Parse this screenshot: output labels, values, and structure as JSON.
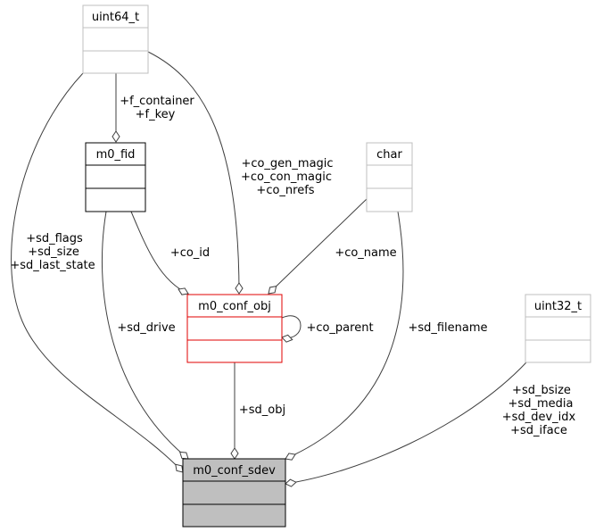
{
  "nodes": {
    "uint64": {
      "title": "uint64_t"
    },
    "fid": {
      "title": "m0_fid"
    },
    "char": {
      "title": "char"
    },
    "conf_obj": {
      "title": "m0_conf_obj"
    },
    "uint32": {
      "title": "uint32_t"
    },
    "conf_sdev": {
      "title": "m0_conf_sdev"
    }
  },
  "edges": {
    "fid_fields": [
      "+f_container",
      "+f_key"
    ],
    "co_magic_fields": [
      "+co_gen_magic",
      "+co_con_magic",
      "+co_nrefs"
    ],
    "sd_flags_fields": [
      "+sd_flags",
      "+sd_size",
      "+sd_last_state"
    ],
    "co_id": "+co_id",
    "co_name": "+co_name",
    "co_parent": "+co_parent",
    "sd_drive": "+sd_drive",
    "sd_filename": "+sd_filename",
    "sd_obj": "+sd_obj",
    "sd_u32_fields": [
      "+sd_bsize",
      "+sd_media",
      "+sd_dev_idx",
      "+sd_iface"
    ]
  },
  "colors": {
    "gray_node_border": "#bfbfbf",
    "black_node_border": "#000000",
    "red_node_border": "#e00000",
    "highlight_fill": "#bfbfbf",
    "edge": "#404040"
  }
}
